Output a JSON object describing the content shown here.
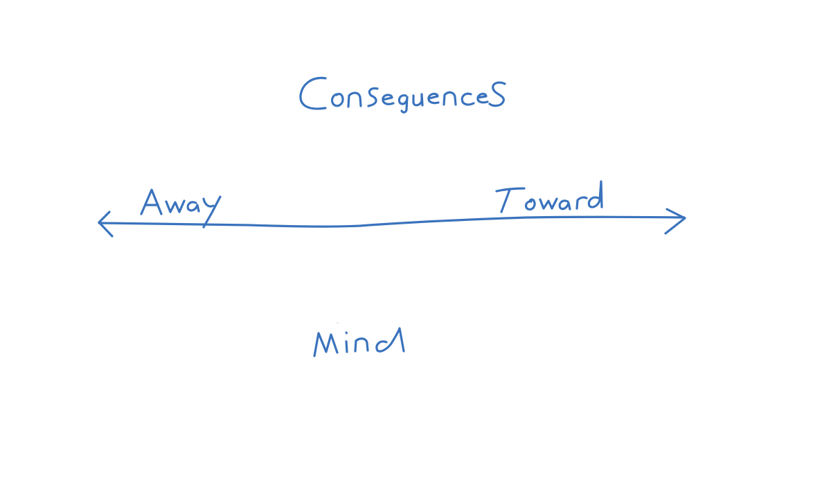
{
  "canvas": {
    "background": "#ffffff",
    "ink_color": "#3a73bd"
  },
  "labels": {
    "title": "Consequences",
    "left": "Away",
    "right": "Toward",
    "bottom": "Mind"
  },
  "arrow": {
    "direction": "bidirectional",
    "left_end": "Away",
    "right_end": "Toward"
  }
}
